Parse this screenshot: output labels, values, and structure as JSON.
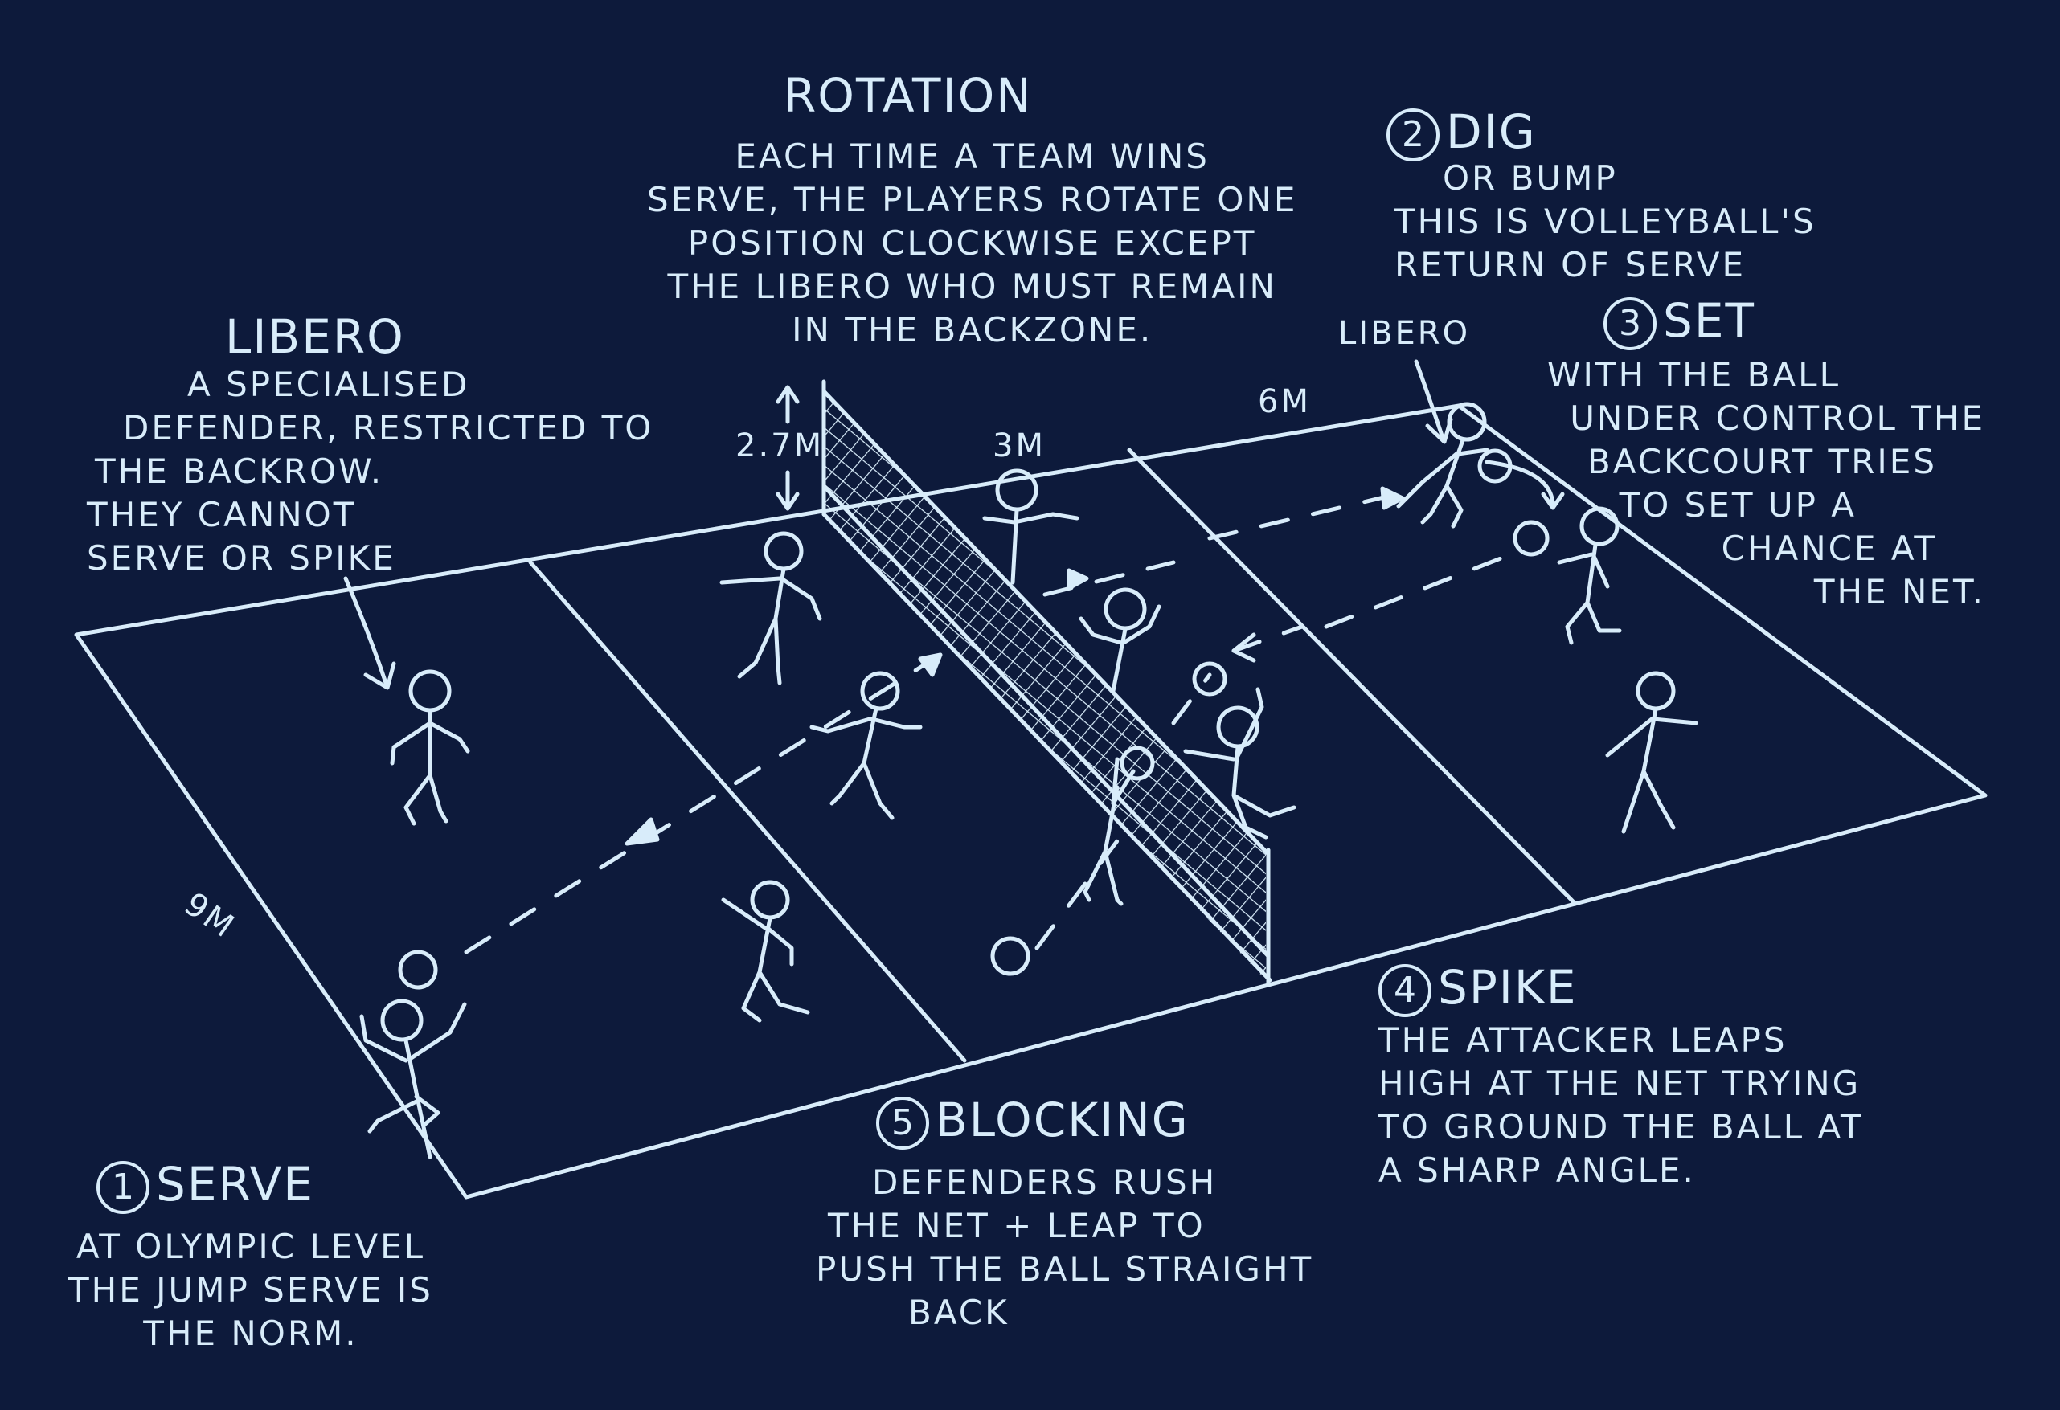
{
  "labels": {
    "rotation": {
      "title": "Rotation",
      "lines": [
        "Each time a team wins",
        "serve, the players rotate one",
        "position clockwise except",
        "the libero who must remain",
        "in the backzone."
      ]
    },
    "dig": {
      "number": "2",
      "title": "Dig",
      "lines": [
        "or bump",
        "This is volleyball's",
        "return of serve"
      ]
    },
    "libero_left": {
      "title": "Libero",
      "lines": [
        "A specialised",
        "defender, restricted to",
        "the backrow.",
        "They cannot",
        "serve or spike"
      ]
    },
    "libero_right": {
      "title": "Libero"
    },
    "set": {
      "number": "3",
      "title": "Set",
      "lines": [
        "With the ball",
        "under control the",
        "backcourt tries",
        "to set up a",
        "chance at",
        "the net."
      ]
    },
    "spike": {
      "number": "4",
      "title": "Spike",
      "lines": [
        "The attacker leaps",
        "high at the net trying",
        "to ground the ball at",
        "a sharp angle."
      ]
    },
    "blocking": {
      "number": "5",
      "title": "Blocking",
      "lines": [
        "Defenders rush",
        "the net + leap to",
        "push the ball straight",
        "back"
      ]
    },
    "serve": {
      "number": "1",
      "title": "Serve",
      "lines": [
        "At olympic level",
        "the jump serve is",
        "the norm."
      ]
    }
  },
  "dimensions": {
    "net_height": "2.7m",
    "zone": "3m",
    "width": "6m",
    "length": "9m"
  },
  "colors": {
    "background": "#0d1a3b",
    "chalk": "#d8ecfa"
  }
}
